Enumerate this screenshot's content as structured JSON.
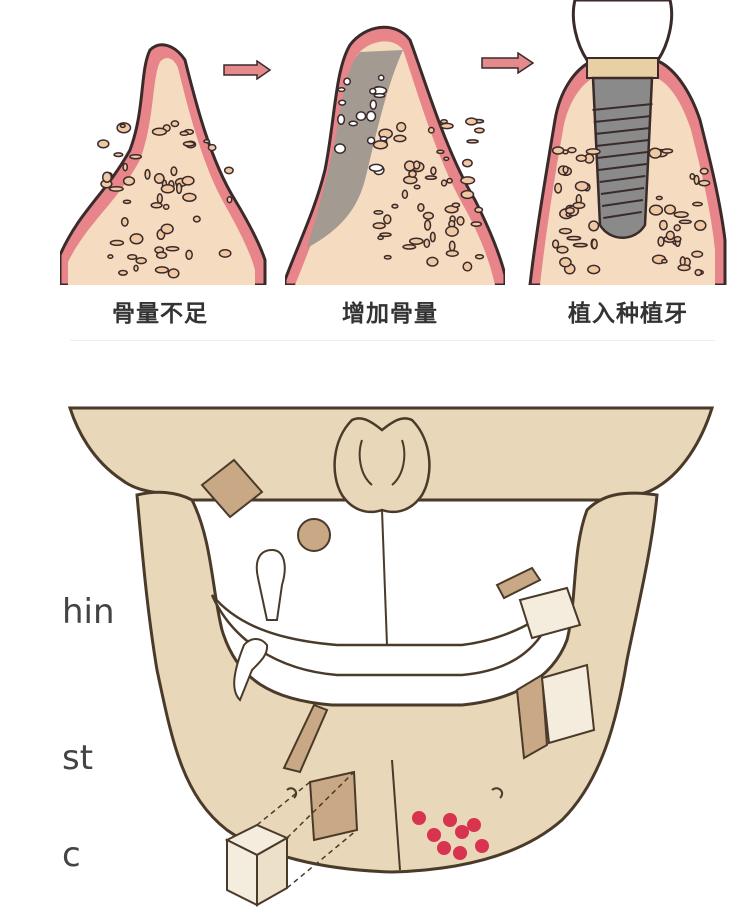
{
  "steps": [
    {
      "label": "骨量不足"
    },
    {
      "label": "增加骨量"
    },
    {
      "label": "植入种植牙"
    }
  ],
  "side_labels": [
    "hin",
    "st",
    "c"
  ],
  "colors": {
    "gum": "#e7858a",
    "gum_outline": "#3a2a2a",
    "bone": "#f5dcc0",
    "graft": "#a39a92",
    "implant": "#8a8a8a",
    "abutment": "#e8cfa4",
    "arrow": "#e58a8c",
    "skull": "#e8d7b8",
    "graft_block": "#c9a985",
    "marker": "#d8334f"
  }
}
